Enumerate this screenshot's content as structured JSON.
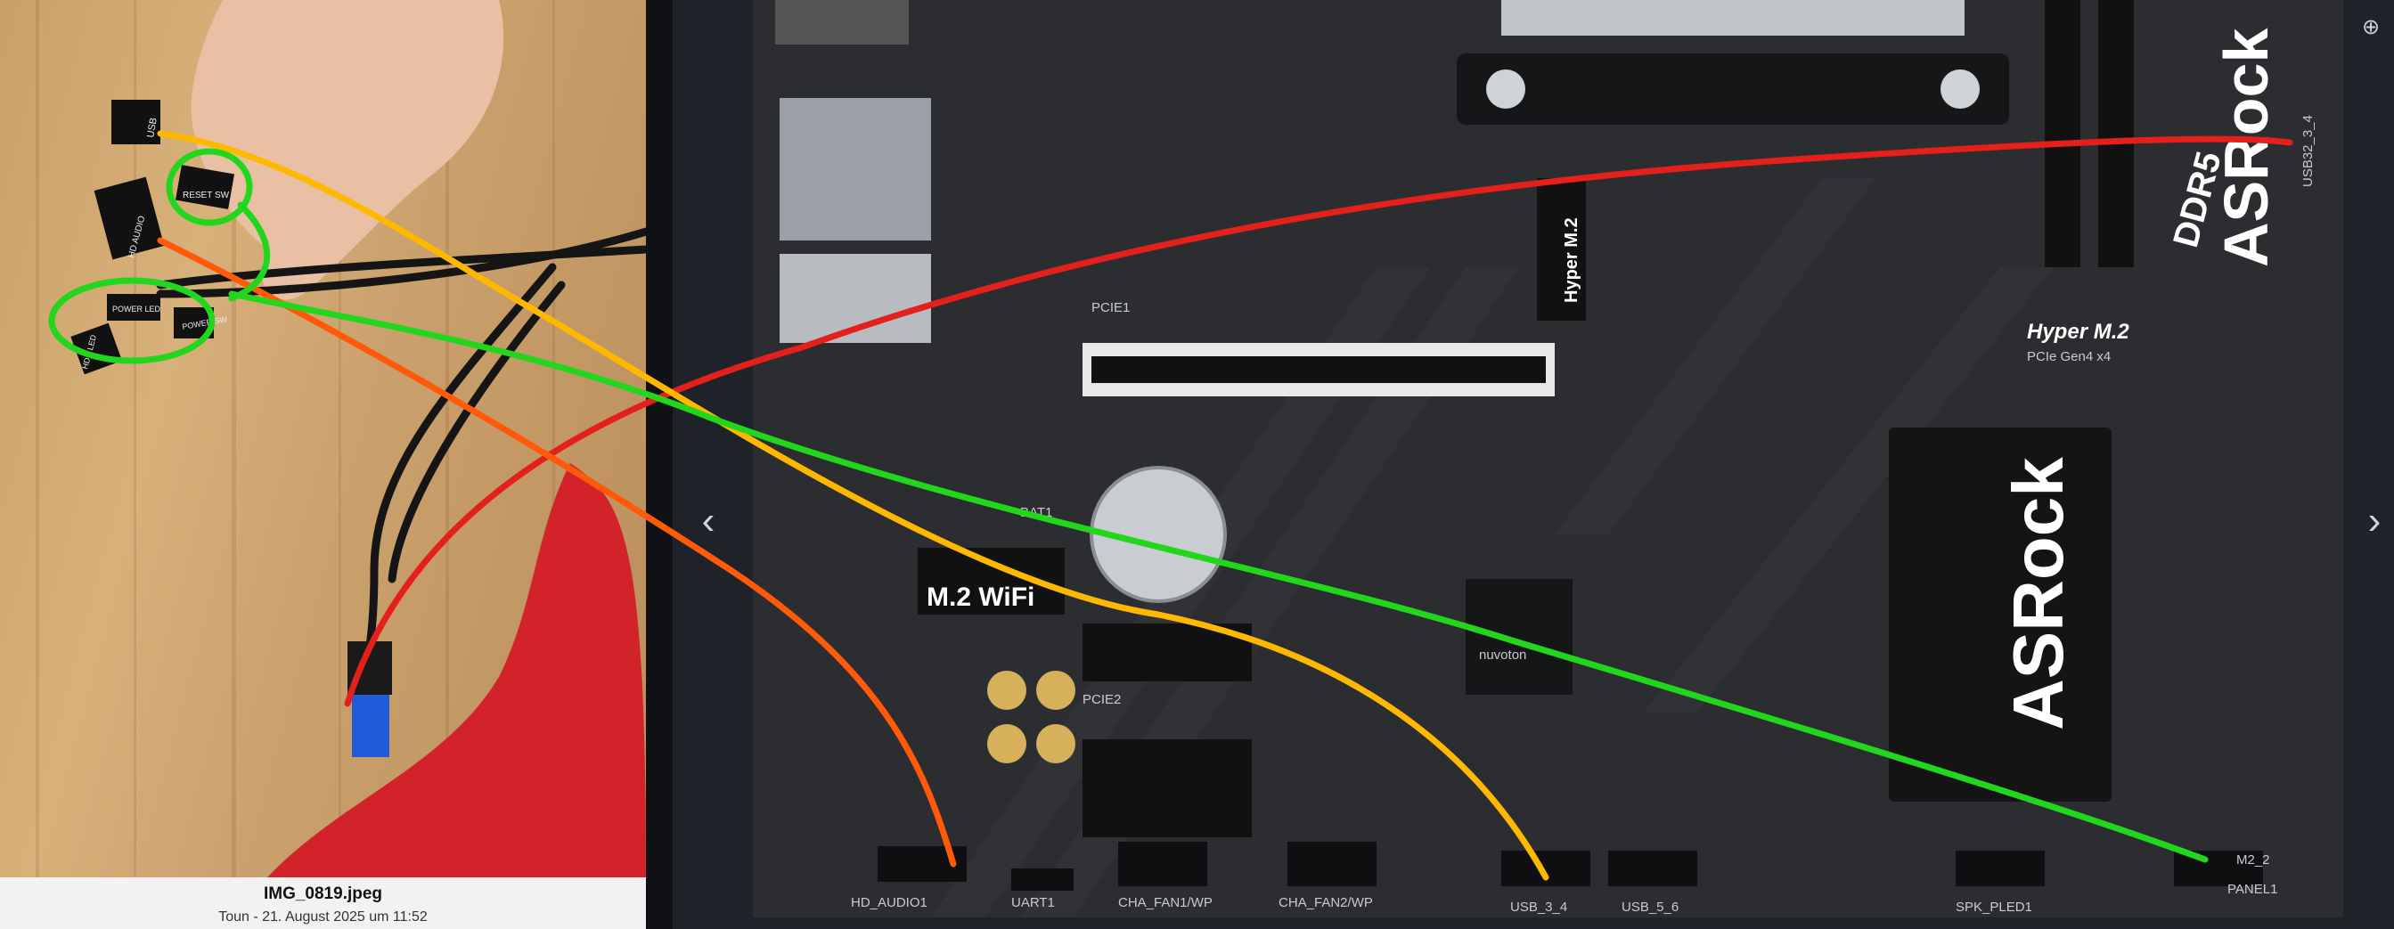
{
  "photo": {
    "filename": "IMG_0819.jpeg",
    "date": "Toun - 21. August 2025 um 11:52"
  },
  "cable_labels": {
    "usb": "USB",
    "reset_sw": "RESET SW",
    "hd_audio": "HD AUDIO",
    "power_led": "POWER LED",
    "power_sw": "POWER SW",
    "hdd_led": "HDD LED"
  },
  "board_labels": {
    "brand": "ASRock",
    "brand_rotated": "ASRock",
    "hyper_m2_slot": "Hyper M.2",
    "hyper_m2_title": "Hyper M.2",
    "hyper_m2_sub": "PCIe Gen4 x4",
    "m2_wifi": "M.2 WiFi",
    "ddr5": "DDR5",
    "bios_chip": "nuvoton",
    "headers": {
      "hd_audio": "HD_AUDIO1",
      "uart": "UART1",
      "cha_fan1": "CHA_FAN1/WP",
      "cha_fan2": "CHA_FAN2/WP",
      "usb_3_4": "USB_3_4",
      "usb_5_6": "USB_5_6",
      "spk_pled": "SPK_PLED1",
      "panel": "PANEL1",
      "usb32": "USB32_3_4",
      "m2": "M2_2",
      "pcie1": "PCIE1",
      "pcie2": "PCIE2",
      "bat": "BAT1"
    }
  },
  "controls": {
    "prev_icon": "‹",
    "next_icon": "›",
    "zoom_icon": "⊕"
  },
  "annotation_colors": {
    "red": "#e3201b",
    "orange": "#ff5a0a",
    "yellow": "#ffb800",
    "green": "#22d61e"
  }
}
